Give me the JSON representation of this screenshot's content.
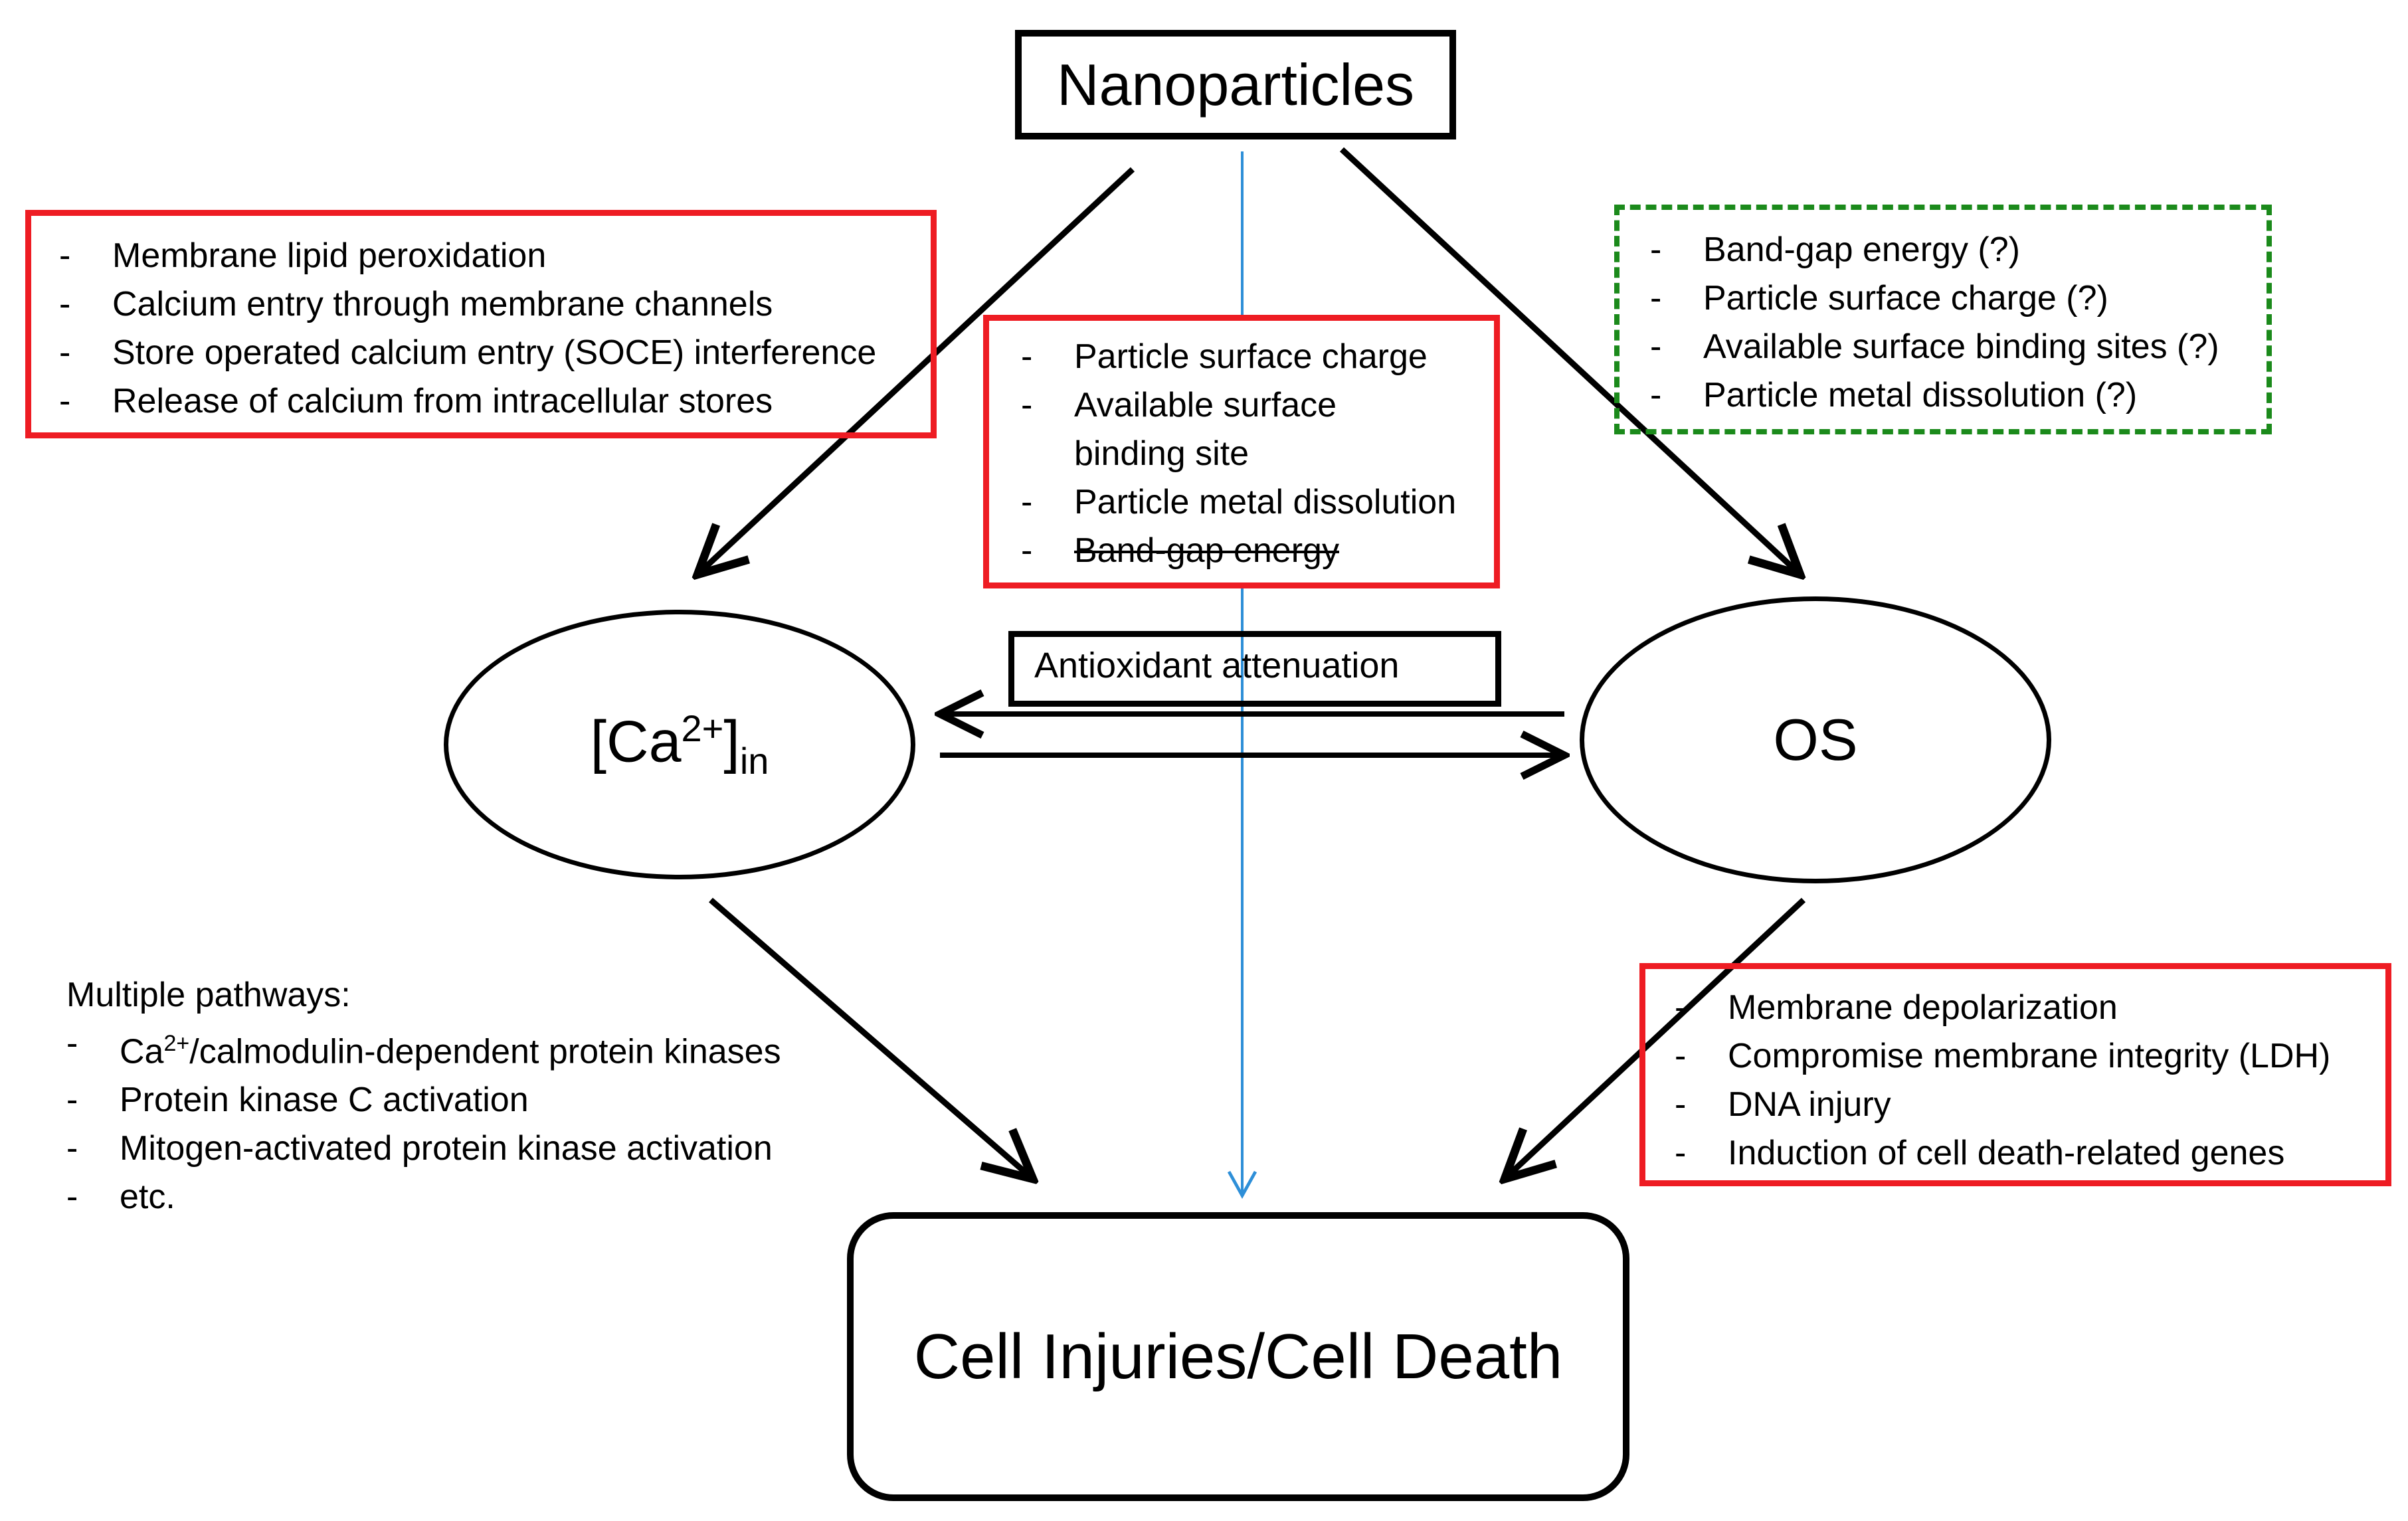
{
  "nodes": {
    "nanoparticles": "Nanoparticles",
    "calcium": {
      "prefix": "[Ca",
      "sup": "2+",
      "suffix": "]",
      "sub": "in"
    },
    "os": "OS",
    "cell_death": "Cell Injuries/Cell Death"
  },
  "antioxidant_label": "Antioxidant attenuation",
  "top_left_box": {
    "items": [
      "Membrane lipid peroxidation",
      "Calcium entry through membrane channels",
      "Store operated calcium entry (SOCE) interference",
      "Release of calcium from intracellular stores"
    ]
  },
  "center_box": {
    "items": [
      "Particle surface charge",
      "Available surface binding site",
      "Particle metal dissolution"
    ],
    "struck_item": "Band-gap energy"
  },
  "top_right_box": {
    "items": [
      "Band-gap energy (?)",
      "Particle surface charge (?)",
      "Available surface binding sites (?)",
      "Particle metal dissolution (?)"
    ]
  },
  "pathways": {
    "heading": "Multiple pathways:",
    "first_sup": "2+",
    "first_prefix": "Ca",
    "first_suffix": "/calmodulin-dependent protein kinases",
    "items": [
      "Protein kinase C activation",
      "Mitogen-activated protein kinase activation",
      "etc."
    ]
  },
  "bottom_right_box": {
    "items": [
      "Membrane depolarization",
      "Compromise membrane integrity (LDH)",
      "DNA injury",
      "Induction of cell death-related genes"
    ]
  },
  "colors": {
    "red_box": "#ee1c23",
    "green_box": "#1b8a1b",
    "blue_arrow": "#2e8fd8",
    "black": "#000000"
  }
}
